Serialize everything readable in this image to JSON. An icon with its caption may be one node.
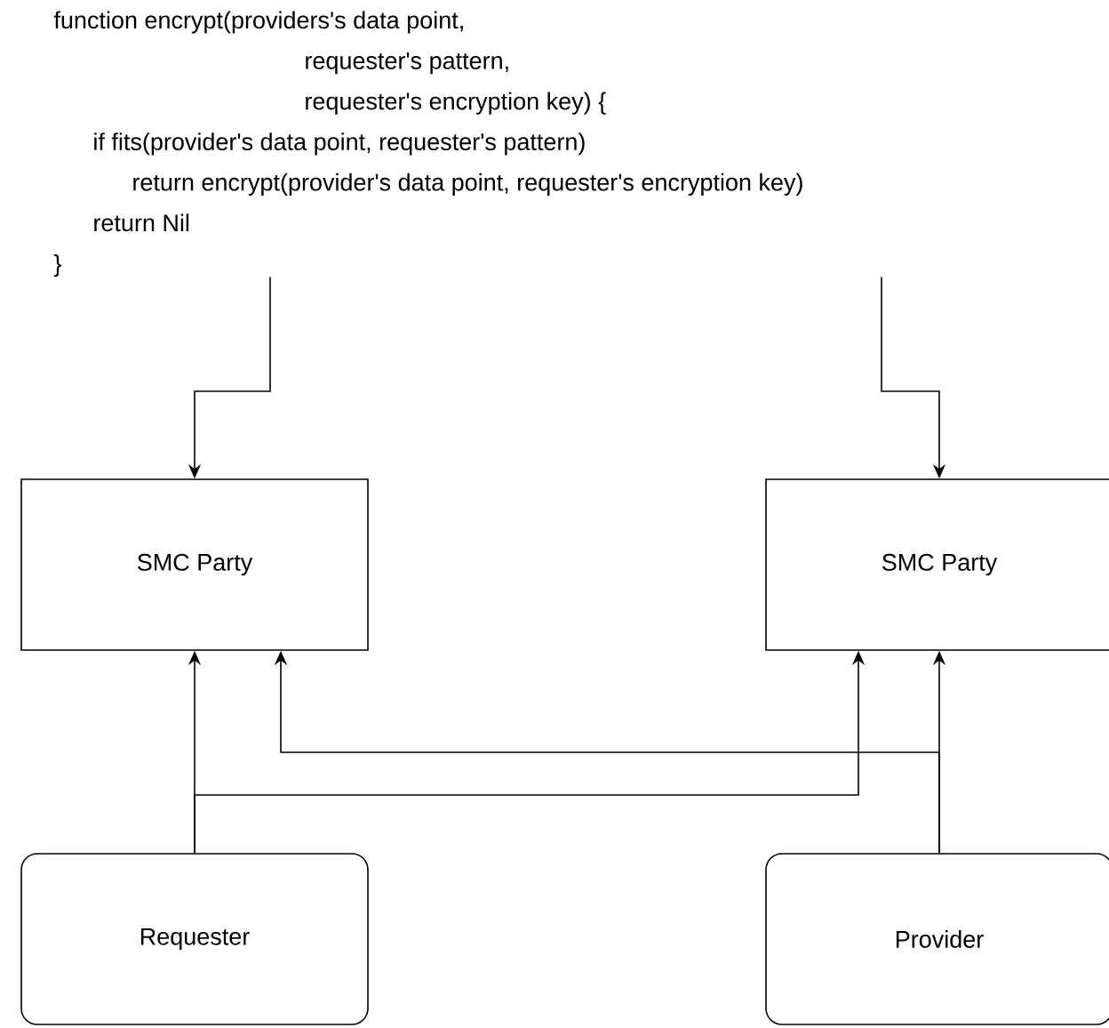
{
  "diagram": {
    "nodes": [
      {
        "text": [
          "function encrypt(providers's data point,",
          "requester's pattern,",
          "requester's encryption key) {",
          "if fits(provider's data point, requester's pattern)",
          "return encrypt(provider's data point, requester's encryption key)",
          "return Nil",
          "}"
        ]
      },
      {
        "text": [
          "SMC Party"
        ]
      },
      {
        "text": [
          "SMC Party"
        ]
      },
      {
        "text": [
          "Requester"
        ]
      },
      {
        "text": [
          "Provider"
        ]
      }
    ],
    "edges": [
      {
        "from": 0,
        "to": 1,
        "arrow": "to"
      },
      {
        "from": 0,
        "to": 2,
        "arrow": "to"
      },
      {
        "from": 3,
        "to": 1,
        "arrow": "to"
      },
      {
        "from": 3,
        "to": 2,
        "arrow": "to"
      },
      {
        "from": 4,
        "to": 1,
        "arrow": "to"
      },
      {
        "from": 4,
        "to": 2,
        "arrow": "to"
      }
    ]
  }
}
